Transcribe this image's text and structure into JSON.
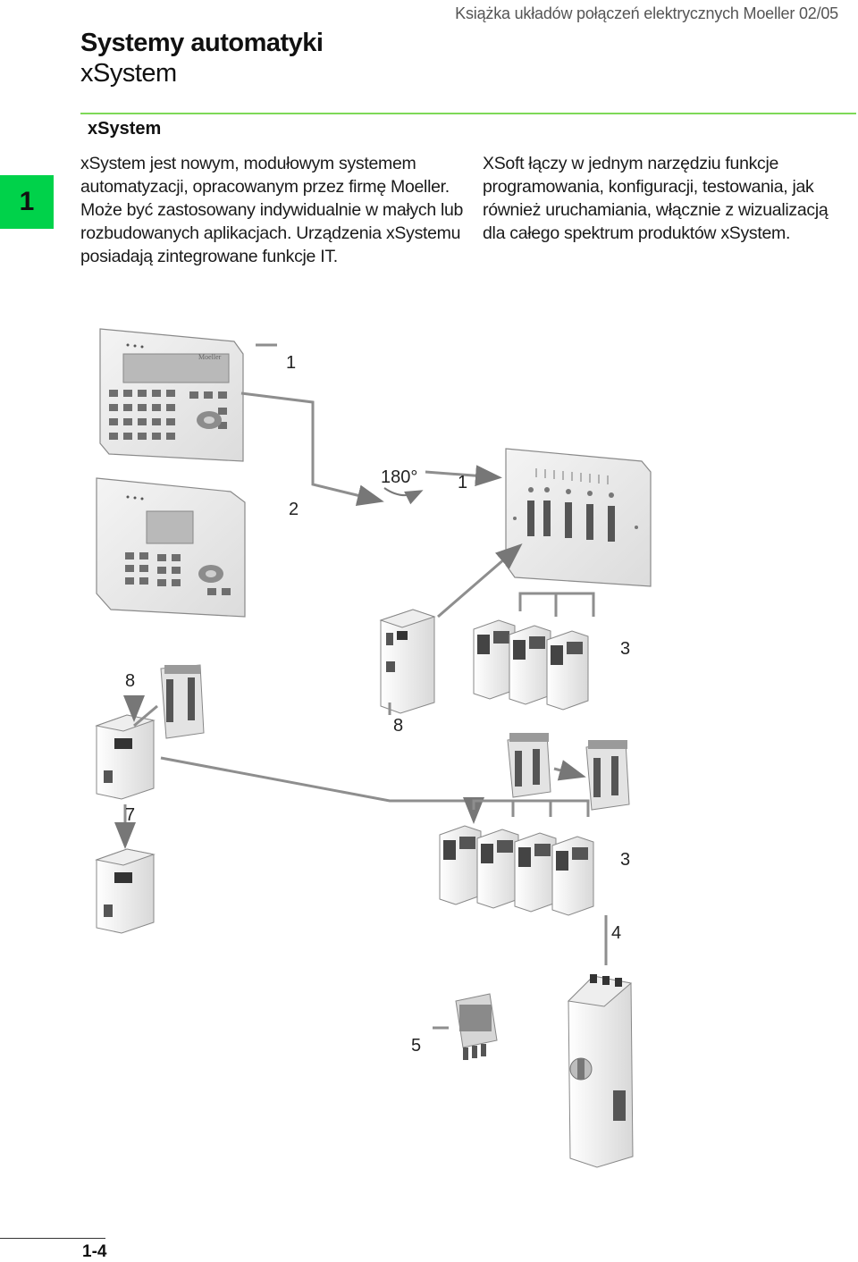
{
  "header": {
    "book_title": "Książka układów połączeń elektrycznych Moeller 02/05",
    "chapter_title": "Systemy automatyki",
    "chapter_subtitle": "xSystem"
  },
  "chapter_tab": "1",
  "section": {
    "heading": "xSystem",
    "paragraph_left": "xSystem jest nowym, modułowym systemem automatyzacji, opracowanym przez firmę Moeller. Może być zastosowany indywidualnie w małych lub rozbudowanych aplikacjach. Urządzenia xSystemu posiadają zintegrowane funkcje IT.",
    "paragraph_right": "XSoft łączy w jednym narzędziu funkcje programowania, konfiguracji, testowania, jak również uruchamiania, włącznie z wizualizacją dla całego spektrum produktów xSystem."
  },
  "diagram": {
    "labels": {
      "l1_top": "1",
      "l2": "2",
      "rotation": "180°",
      "l1_panel": "1",
      "l3_upper": "3",
      "l8_left": "8",
      "l8_mid": "8",
      "l7": "7",
      "l3_lower": "3",
      "l4": "4",
      "l5": "5"
    },
    "brand_mark": "Moeller"
  },
  "footer": {
    "page_number": "1-4"
  }
}
